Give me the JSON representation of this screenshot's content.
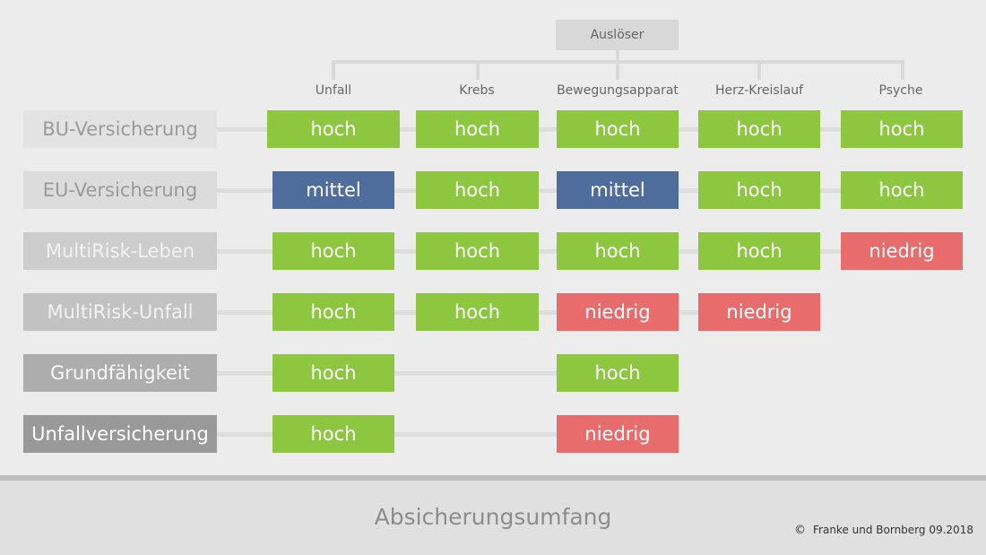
{
  "root_label": "Auslöser",
  "columns": [
    "Unfall",
    "Krebs",
    "Bewegungsapparat",
    "Herz-Kreislauf",
    "Psyche"
  ],
  "rows": [
    {
      "label": "BU-Versicherung",
      "cells": [
        "hoch",
        "hoch",
        "hoch",
        "hoch",
        "hoch"
      ]
    },
    {
      "label": "EU-Versicherung",
      "cells": [
        "mittel",
        "hoch",
        "mittel",
        "hoch",
        "hoch"
      ]
    },
    {
      "label": "MultiRisk-Leben",
      "cells": [
        "hoch",
        "hoch",
        "hoch",
        "hoch",
        "niedrig"
      ]
    },
    {
      "label": "MultiRisk-Unfall",
      "cells": [
        "hoch",
        "hoch",
        "niedrig",
        "niedrig",
        null
      ]
    },
    {
      "label": "Grundfähigkeit",
      "cells": [
        "hoch",
        null,
        "hoch",
        null,
        null
      ]
    },
    {
      "label": "Unfallversicherung",
      "cells": [
        "hoch",
        null,
        "niedrig",
        null,
        null
      ]
    }
  ],
  "footer": {
    "title": "Absicherungsumfang",
    "copyright_symbol": "©",
    "copyright_text": "Franke und Bornberg 09.2018"
  },
  "colors": {
    "hoch": "#8dc63f",
    "mittel": "#4e6d9c",
    "niedrig": "#e96c6c",
    "row_label_backgrounds": [
      "#e3e3e3",
      "#dcdcdc",
      "#cdcdcd",
      "#c2c2c2",
      "#adadad",
      "#999999"
    ],
    "row_label_text": [
      "#9a9a9a",
      "#9a9a9a",
      "#f2f2f2",
      "#f2f2f2",
      "#f7f7f7",
      "#ffffff"
    ]
  }
}
